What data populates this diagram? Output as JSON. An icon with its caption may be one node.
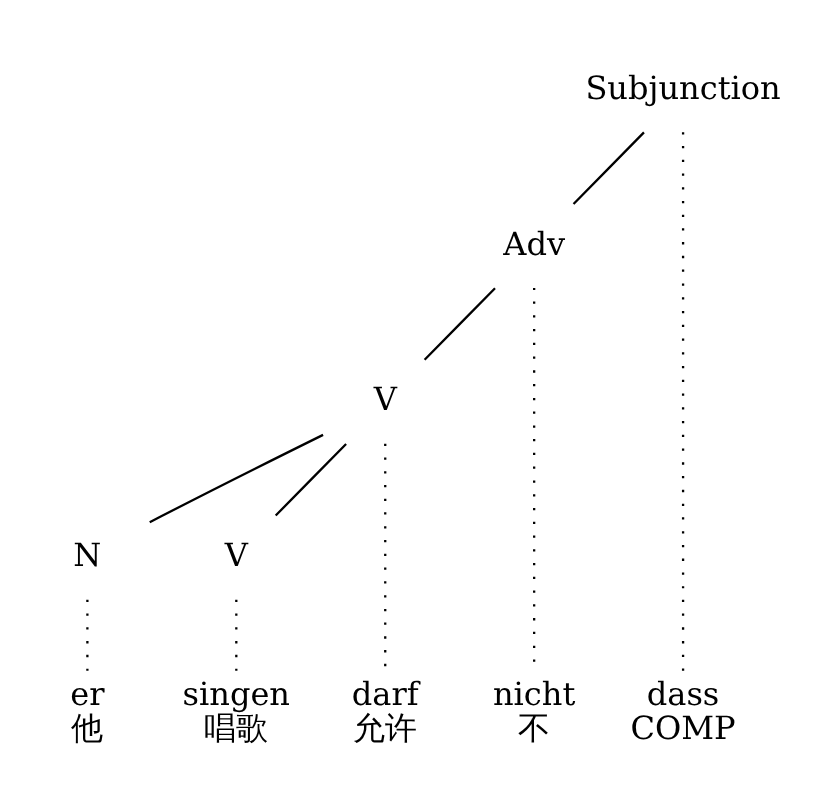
{
  "diagram": {
    "nodes": [
      {
        "text": [
          "Subjunction"
        ]
      },
      {
        "text": [
          "Adv"
        ]
      },
      {
        "text": [
          "V"
        ]
      },
      {
        "text": [
          "N"
        ]
      },
      {
        "text": [
          "V"
        ]
      },
      {
        "text": [
          "dass",
          "COMP"
        ]
      },
      {
        "text": [
          "er",
          "他"
        ]
      },
      {
        "text": [
          "nicht",
          "不"
        ]
      },
      {
        "text": [
          "singen",
          "唱歌"
        ]
      },
      {
        "text": [
          "darf",
          "允许"
        ]
      }
    ],
    "edges": [
      {
        "from": 0,
        "to": 1,
        "arrow": "none"
      },
      {
        "from": 1,
        "to": 2,
        "arrow": "none"
      },
      {
        "from": 2,
        "to": 3,
        "arrow": "none"
      },
      {
        "from": 2,
        "to": 4,
        "arrow": "none"
      },
      {
        "from": 0,
        "to": 5,
        "arrow": "none",
        "style": "dashed"
      },
      {
        "from": 1,
        "to": 7,
        "arrow": "none",
        "style": "dashed"
      },
      {
        "from": 2,
        "to": 9,
        "arrow": "none",
        "style": "dashed"
      },
      {
        "from": 3,
        "to": 6,
        "arrow": "none",
        "style": "dashed"
      },
      {
        "from": 4,
        "to": 8,
        "arrow": "none",
        "style": "dashed"
      }
    ]
  }
}
